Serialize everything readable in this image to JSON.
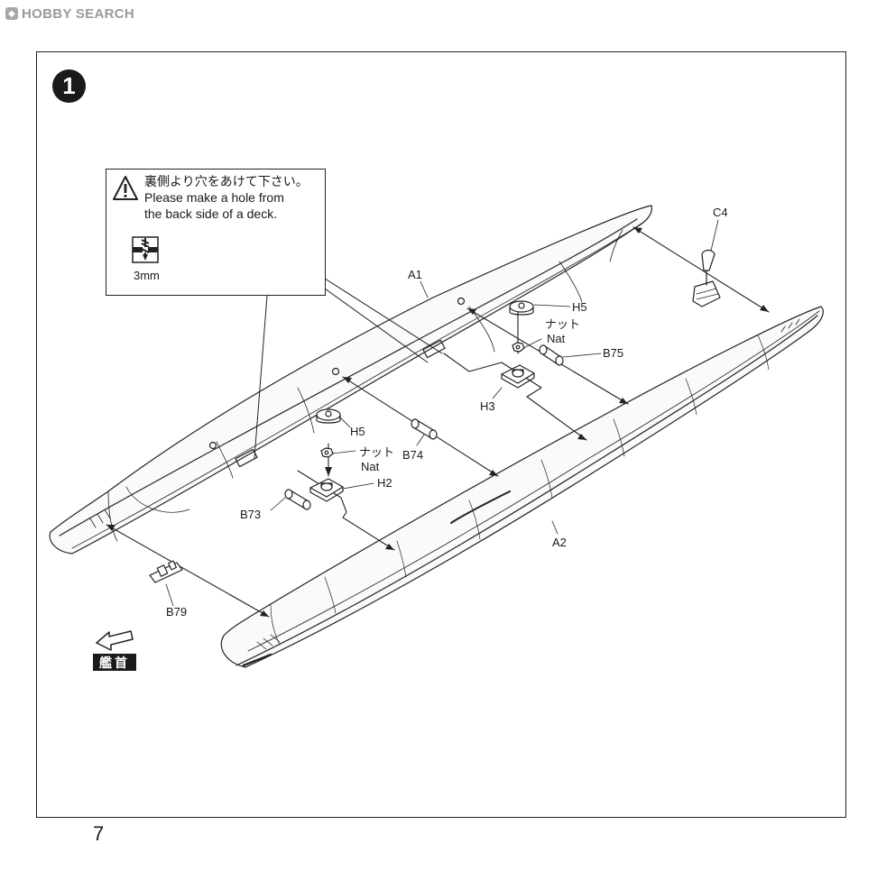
{
  "watermark": {
    "brand": "HOBBY SEARCH",
    "icon": "hobby-search-logo-icon"
  },
  "step": {
    "number": "1"
  },
  "callout": {
    "line_ja": "裏側より穴をあけて下さい。",
    "line_en1": "Please make a hole from",
    "line_en2": "the back side of a deck.",
    "drill_size": "3mm",
    "icons": [
      "warning-triangle-icon",
      "drill-icon"
    ]
  },
  "labels": {
    "c4": "C4",
    "a1": "A1",
    "a2": "A2",
    "h5_upper": "H5",
    "nut_ja_upper": "ナット",
    "nat_upper": "Nat",
    "b75": "B75",
    "h3": "H3",
    "h5_lower": "H5",
    "nut_ja_lower": "ナット",
    "nat_lower": "Nat",
    "b74": "B74",
    "h2": "H2",
    "b73": "B73",
    "b79": "B79"
  },
  "bow_marker": {
    "label": "艦首",
    "icon": "arrow-left-icon"
  },
  "page": {
    "number": "7"
  }
}
